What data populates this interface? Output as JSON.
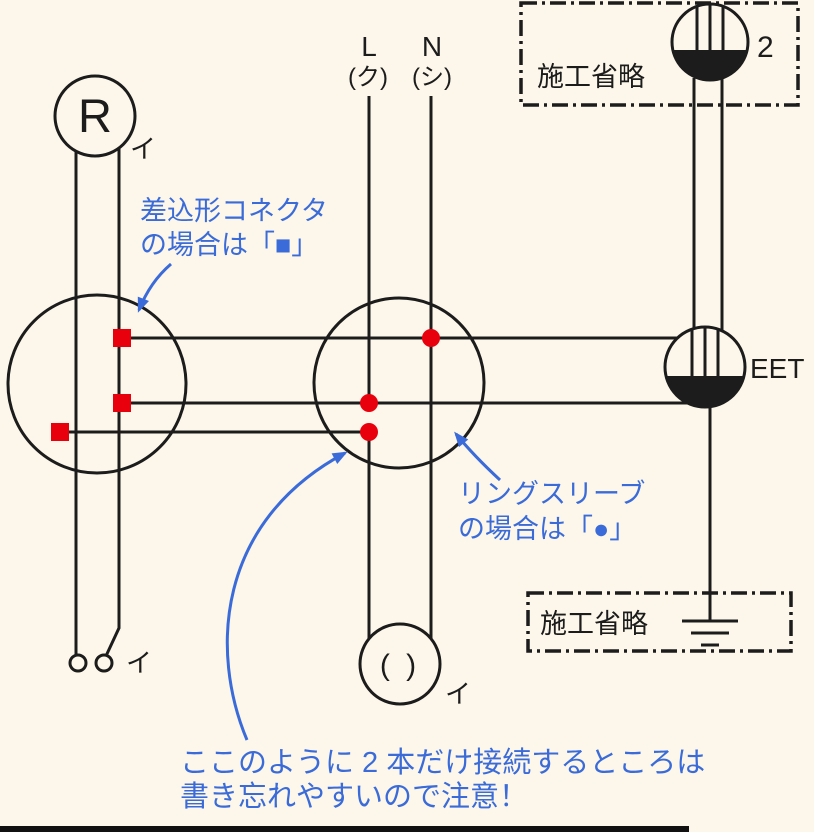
{
  "colors": {
    "background": "#fcf7ea",
    "line": "#1c1c1c",
    "connector_red": "#e8000d",
    "annotation_blue": "#3a6bd8",
    "footer_bar": "#111111"
  },
  "diagram": {
    "lamp": {
      "label": "R",
      "circuit": "イ"
    },
    "switch": {
      "circuit": "イ"
    },
    "supply": {
      "l_label": "L",
      "l_color": "(ク)",
      "n_label": "N",
      "n_color": "(シ)"
    },
    "outlet_top": {
      "label": "2",
      "omission": "施工省略"
    },
    "outlet_eet": {
      "label": "EET"
    },
    "ground": {
      "omission": "施工省略"
    },
    "rosette": {
      "symbol": "( )",
      "circuit": "イ"
    }
  },
  "annotations": {
    "connector_note": {
      "line1": "差込形コネクタ",
      "line2": "の場合は「■」"
    },
    "sleeve_note": {
      "line1": "リングスリーブ",
      "line2": "の場合は「●」"
    },
    "warning_note": {
      "line1": "ここのように 2 本だけ接続するところは",
      "line2": "書き忘れやすいので注意！"
    }
  }
}
